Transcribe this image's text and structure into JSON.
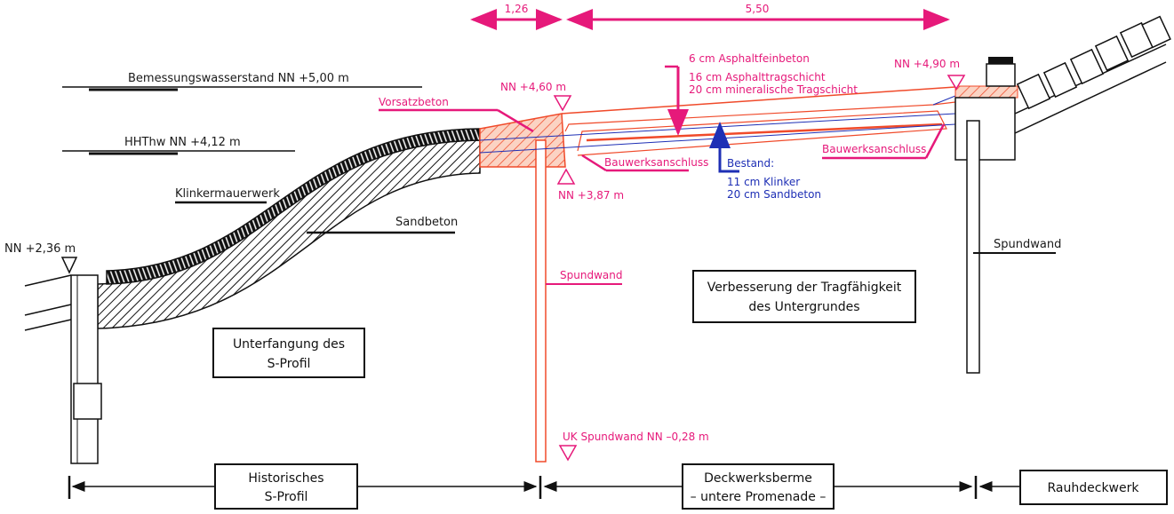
{
  "dimensions": {
    "left": "1,26",
    "right": "5,50"
  },
  "water_levels": {
    "design": "Bemessungswasserstand NN +5,00 m",
    "hhthw": "HHThw NN +4,12 m"
  },
  "labels": {
    "klinker": "Klinkermauerwerk",
    "sandbeton": "Sandbeton",
    "nn236": "NN +2,36 m",
    "vorsatz": "Vorsatzbeton",
    "nn460": "NN +4,60 m",
    "nn387": "NN +3,87 m",
    "anschluss1": "Bauwerksanschluss",
    "anschluss2": "Bauwerksanschluss",
    "asphaltfein": "6 cm Asphaltfeinbeton",
    "asphalttrag": "16 cm Asphalttragschicht",
    "mineral": "20 cm mineralische Tragschicht",
    "nn490": "NN +4,90 m",
    "bestand": "Bestand:",
    "bestand_1": "11 cm Klinker",
    "bestand_2": "20 cm Sandbeton",
    "spundwand_mid": "Spundwand",
    "spundwand_right": "Spundwand",
    "uk_spundwand": "UK Spundwand NN –0,28 m"
  },
  "boxes": {
    "unterfangung": [
      "Unterfangung des",
      "S-Profil"
    ],
    "verbesserung": [
      "Verbesserung der Tragfähigkeit",
      "des Untergrundes"
    ]
  },
  "sections": {
    "historisch": [
      "Historisches",
      "S-Profil"
    ],
    "deckwerk": [
      "Deckwerksberme",
      "– untere Promenade –"
    ],
    "rauh": "Rauhdeckwerk"
  },
  "colors": {
    "new_work": "#e6197a",
    "layer": "#f04a2a",
    "existing": "#1e2fb5",
    "line": "#111111"
  }
}
